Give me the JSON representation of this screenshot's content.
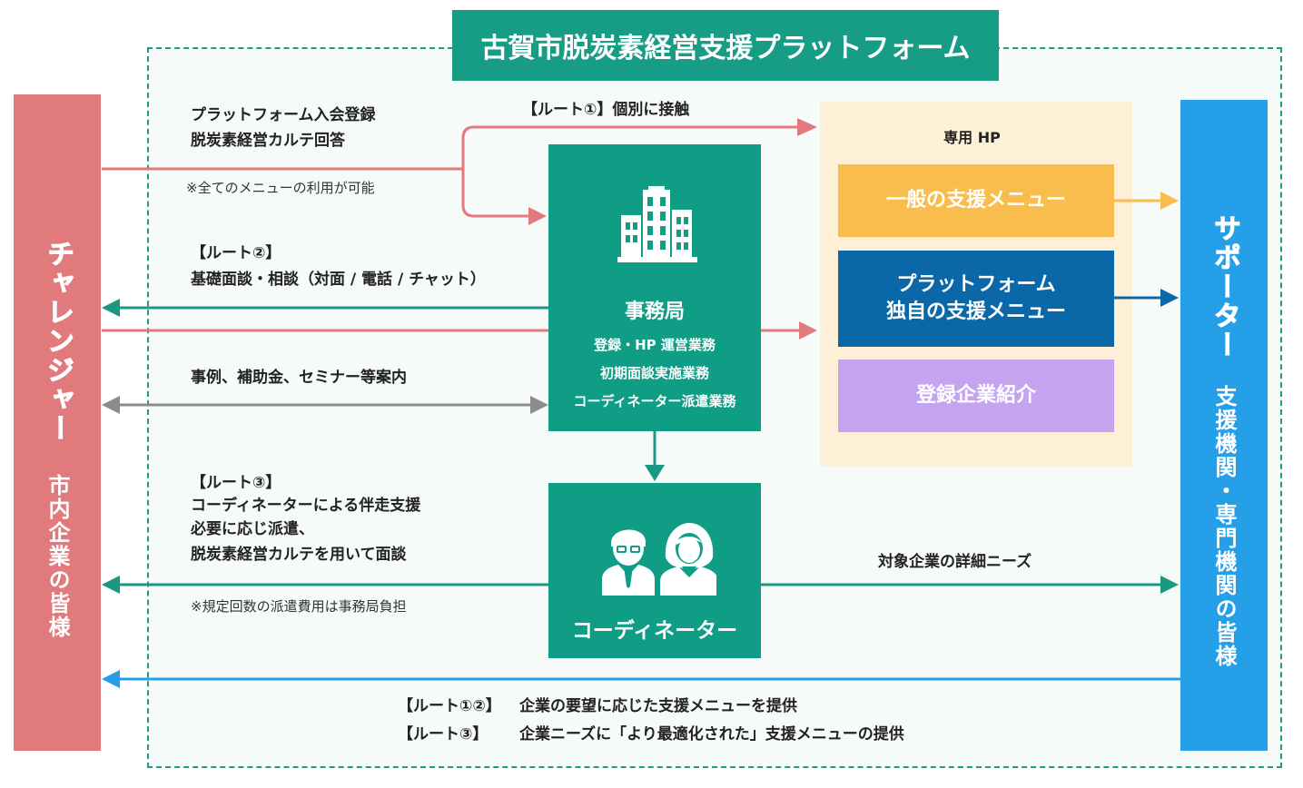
{
  "title": "古賀市脱炭素経営支援プラットフォーム",
  "colors": {
    "title_bg": "#179c86",
    "challenger": "#e07a7d",
    "supporter": "#249fe8",
    "office": "#0f9e85",
    "hp_panel": "#fdf0d7",
    "general_menu": "#f8bd4c",
    "original_menu": "#0a68a9",
    "company_intro": "#c4a4ef",
    "arrow_red": "#e07a7d",
    "arrow_teal": "#1a9884",
    "arrow_gray": "#8c8c8c",
    "arrow_blue": "#249fe8"
  },
  "challenger": {
    "name": "チャレンジャー",
    "desc": "市内企業の皆様"
  },
  "supporter": {
    "name": "サポーター",
    "desc": "支援機関・専門機関の皆様"
  },
  "platform_join": {
    "line1": "プラットフォーム入会登録",
    "line2": "脱炭素経営カルテ回答",
    "note": "※全てのメニューの利用が可能"
  },
  "route1_label": "【ルート①】個別に接触",
  "route2": {
    "line1": "【ルート②】",
    "line2": "基礎面談・相談（対面 / 電話 / チャット）"
  },
  "guidance_label": "事例、補助金、セミナー等案内",
  "route3": {
    "line1": "【ルート③】",
    "line2": "コーディネーターによる伴走支援",
    "line3": "必要に応じ派遣、",
    "line4": "脱炭素経営カルテを用いて面談",
    "note": "※規定回数の派遣費用は事務局負担"
  },
  "office": {
    "icon": "office-building-icon",
    "title": "事務局",
    "tasks": [
      "登録・HP 運営業務",
      "初期面談実施業務",
      "コーディネーター派遣業務"
    ]
  },
  "coordinator": {
    "icon": "people-icon",
    "title": "コーディネーター"
  },
  "needs_label": "対象企業の詳細ニーズ",
  "hp": {
    "title": "専用 HP",
    "menu_general": "一般の支援メニュー",
    "menu_original_line1": "プラットフォーム",
    "menu_original_line2": "独自の支援メニュー",
    "menu_intro": "登録企業紹介"
  },
  "bottom": {
    "route12_label": "【ルート①②】",
    "route12_text": "企業の要望に応じた支援メニューを提供",
    "route3_label": "【ルート③】",
    "route3_text": "企業ニーズに「より最適化された」支援メニューの提供"
  }
}
